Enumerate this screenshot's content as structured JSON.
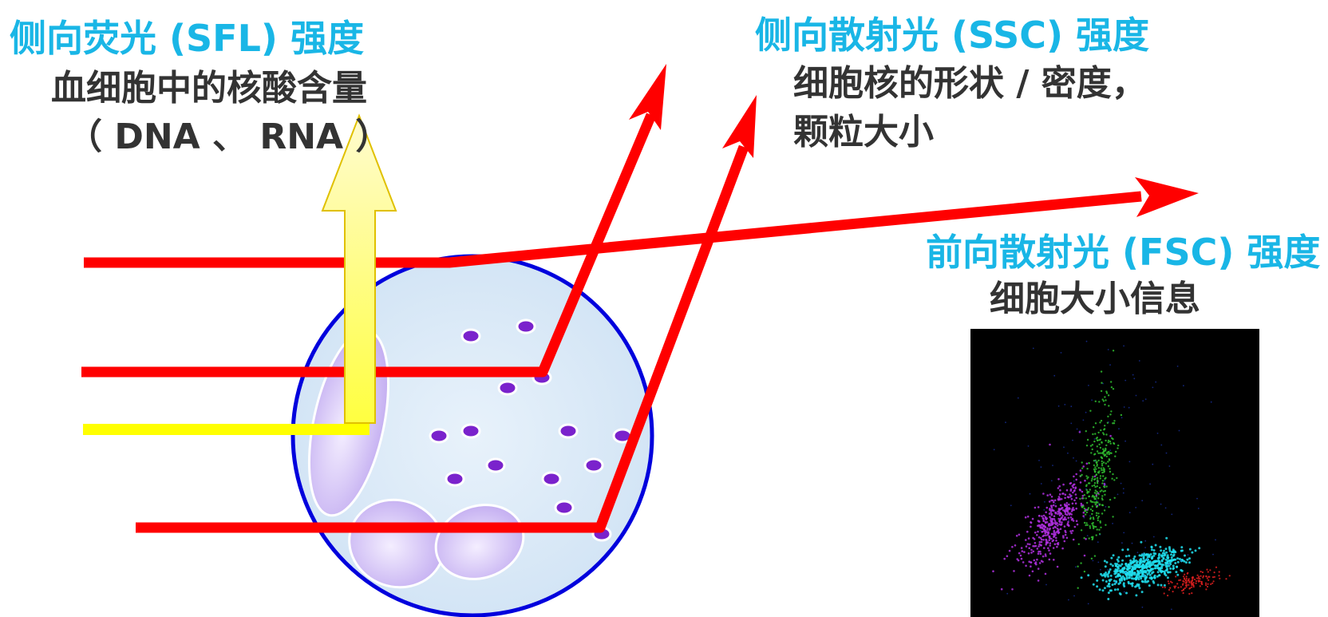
{
  "sfl": {
    "title": "侧向荧光 (SFL) 强度",
    "desc_line1": "血细胞中的核酸含量",
    "desc_line2": "（ DNA 、 RNA ）"
  },
  "ssc": {
    "title": "侧向散射光 (SSC) 强度",
    "desc_line1": "细胞核的形状 / 密度，",
    "desc_line2": "颗粒大小"
  },
  "fsc": {
    "title": "前向散射光 (FSC) 强度",
    "desc_line1": "细胞大小信息"
  },
  "colors": {
    "accent_title": "#19b6e6",
    "desc_text": "#333333",
    "laser_red": "#ff0000",
    "fluorescence_yellow": "#ffff00",
    "cell_outline": "#0000dd",
    "cell_fill": "#dcebf8",
    "nucleus_fill": "#c9b3f2",
    "granule": "#7a22cc",
    "scatter_background": "#000000"
  },
  "scatter_clusters": [
    {
      "name": "violet",
      "color": "#b030e0"
    },
    {
      "name": "green",
      "color": "#30c030"
    },
    {
      "name": "cyan",
      "color": "#20e0f0"
    },
    {
      "name": "red",
      "color": "#e02020"
    },
    {
      "name": "blue",
      "color": "#2040d0"
    }
  ]
}
